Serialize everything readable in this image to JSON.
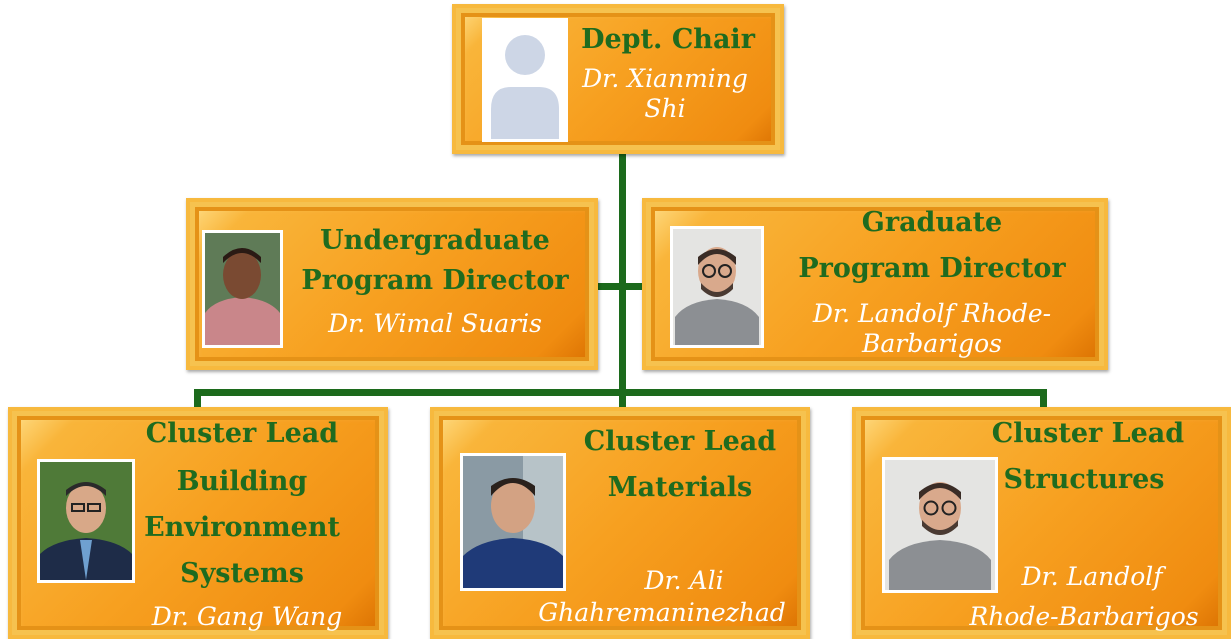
{
  "colors": {
    "connector": "#1c6a1c",
    "role_text": "#1f6b1f",
    "name_text": "#ffffff",
    "box_fill": "#f7a020"
  },
  "chair": {
    "role": "Dept. Chair",
    "name_line1": "Dr. Xianming",
    "name_line2": "Shi",
    "photo": "person-silhouette-icon"
  },
  "undergrad": {
    "role_line1": "Undergraduate",
    "role_line2": "Program Director",
    "name": "Dr. Wimal Suaris"
  },
  "grad": {
    "role_line1": "Graduate",
    "role_line2": "Program Director",
    "name_line1": "Dr. Landolf Rhode-",
    "name_line2": "Barbarigos"
  },
  "cluster_building": {
    "role": "Cluster Lead",
    "area_line1": "Building",
    "area_line2": "Environment",
    "area_line3": "Systems",
    "name": "Dr. Gang Wang"
  },
  "cluster_materials": {
    "role": "Cluster Lead",
    "area": "Materials",
    "name_line1": "Dr. Ali",
    "name_line2": "Ghahremaninezhad"
  },
  "cluster_structures": {
    "role": "Cluster Lead",
    "area": "Structures",
    "name_line1": "Dr. Landolf",
    "name_line2": "Rhode-Barbarigos"
  }
}
